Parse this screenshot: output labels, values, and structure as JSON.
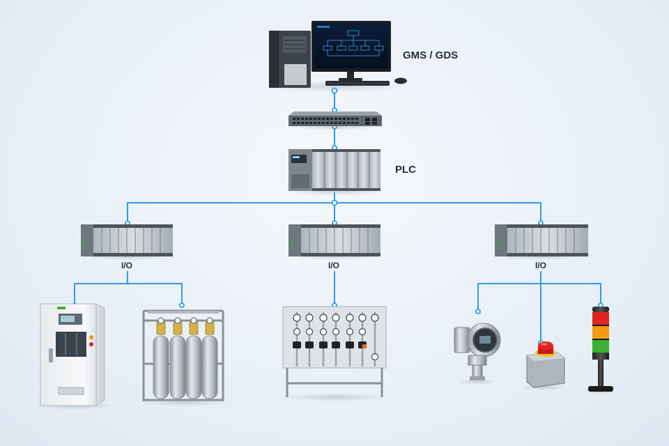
{
  "labels": {
    "gms": "GMS / GDS",
    "plc": "PLC",
    "io_left": "I/O",
    "io_center": "I/O",
    "io_right": "I/O"
  },
  "colors": {
    "connector": "#2e9be8",
    "label_text": "#1f2d3d",
    "beacon_red": "#e0241b",
    "beacon_amber": "#f39a12",
    "beacon_green": "#3cb034"
  },
  "devices": [
    "workstation-icon",
    "network-switch-icon",
    "plc-rack-icon",
    "io-module-left-icon",
    "io-module-center-icon",
    "io-module-right-icon",
    "gas-cabinet-icon",
    "gas-cylinder-rack-icon",
    "gas-panel-manifold-icon",
    "pressure-transmitter-icon",
    "emergency-stop-icon",
    "signal-tower-light-icon"
  ]
}
